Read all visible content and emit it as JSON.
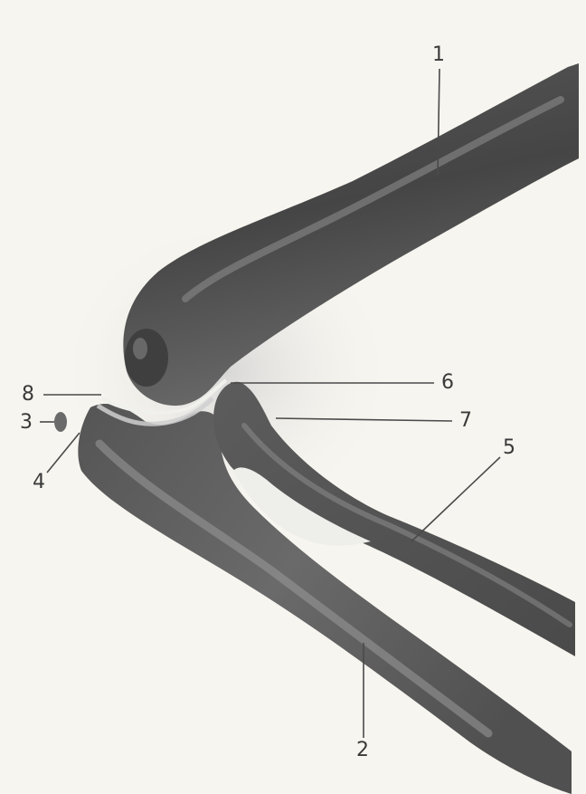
{
  "colors": {
    "paper": "#f7f5ef",
    "bone_dark": "#4a4a4a",
    "bone_mid": "#6e6e6e",
    "bone_light": "#a9a9a9",
    "halo": "#d9d9d9",
    "ink": "#3a3a3a"
  },
  "labels": {
    "l1": "1",
    "l2": "2",
    "l3": "3",
    "l4": "4",
    "l5": "5",
    "l6": "6",
    "l7": "7",
    "l8": "8"
  }
}
